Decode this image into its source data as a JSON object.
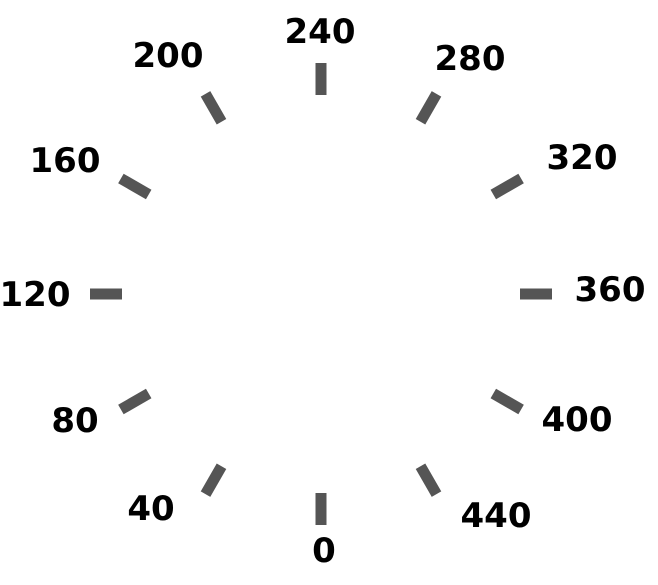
{
  "dial": {
    "tick_color": "#555555",
    "label_color": "#000000",
    "background": "#ffffff",
    "ticks": [
      {
        "label": "0"
      },
      {
        "label": "40"
      },
      {
        "label": "80"
      },
      {
        "label": "120"
      },
      {
        "label": "160"
      },
      {
        "label": "200"
      },
      {
        "label": "240"
      },
      {
        "label": "280"
      },
      {
        "label": "320"
      },
      {
        "label": "360"
      },
      {
        "label": "400"
      },
      {
        "label": "440"
      }
    ]
  }
}
